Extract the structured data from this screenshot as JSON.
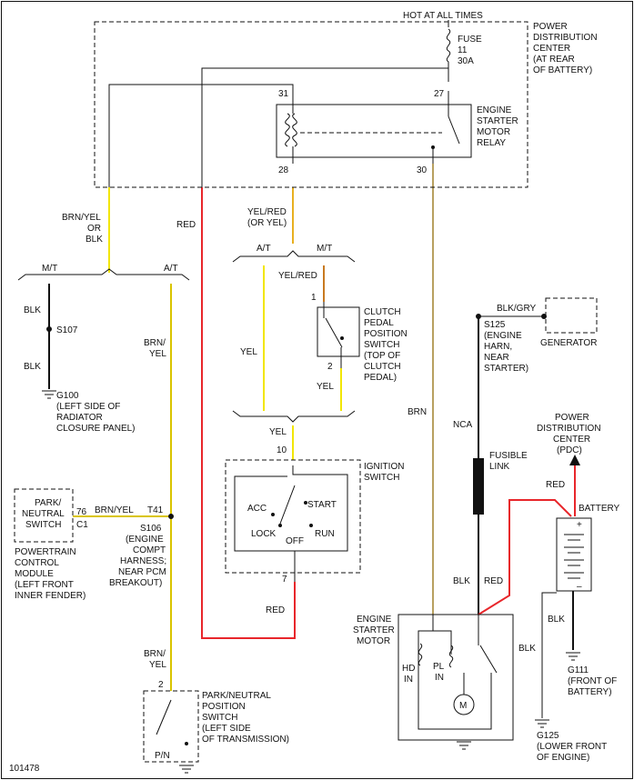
{
  "colors": {
    "red_wire": "#e8262b",
    "yellow_wire": "#f2e600",
    "brn_yel_wire": "#d9c400",
    "black_wire": "#111111",
    "orange_wire": "#c87a20",
    "tan_wire": "#b8a060"
  },
  "labels": {
    "hot_at_all_times": "HOT AT ALL TIMES",
    "fuse": [
      "FUSE",
      "11",
      "30A"
    ],
    "pdc_top": [
      "POWER",
      "DISTRIBUTION",
      "CENTER",
      "(AT REAR",
      "OF BATTERY)"
    ],
    "relay": [
      "ENGINE",
      "STARTER",
      "MOTOR",
      "RELAY"
    ],
    "pin31": "31",
    "pin27": "27",
    "pin28": "28",
    "pin30": "30",
    "brn_yel_or_blk": [
      "BRN/YEL",
      "OR",
      "BLK"
    ],
    "red_left": "RED",
    "yel_red_or_yel": [
      "YEL/RED",
      "(OR YEL)"
    ],
    "at_left": "A/T",
    "mt_left": "M/T",
    "at_mid": "A/T",
    "mt_mid": "M/T",
    "blk1": "BLK",
    "s107": "S107",
    "blk2": "BLK",
    "g100": [
      "G100",
      "(LEFT SIDE OF",
      "RADIATOR",
      "CLOSURE PANEL)"
    ],
    "brn_yel_vert": [
      "BRN/",
      "YEL"
    ],
    "yel_red_mid": "YEL/RED",
    "clutch_pin1": "1",
    "clutch_pin2": "2",
    "clutch": [
      "CLUTCH",
      "PEDAL",
      "POSITION",
      "SWITCH",
      "(TOP OF",
      "CLUTCH",
      "PEDAL)"
    ],
    "yel_left": "YEL",
    "yel_right": "YEL",
    "yel_bottom": "YEL",
    "brn": "BRN",
    "blk_gry": "BLK/GRY",
    "s125": [
      "S125",
      "(ENGINE",
      "HARN,",
      "NEAR",
      "STARTER)"
    ],
    "generator": "GENERATOR",
    "nca": "NCA",
    "fusible_link": [
      "FUSIBLE",
      "LINK"
    ],
    "pdc_right": [
      "POWER",
      "DISTRIBUTION",
      "CENTER",
      "(PDC)"
    ],
    "red_right": "RED",
    "battery": "BATTERY",
    "pin10": "10",
    "ignition": [
      "IGNITION",
      "SWITCH"
    ],
    "acc": "ACC",
    "start": "START",
    "lock": "LOCK",
    "off": "OFF",
    "run": "RUN",
    "pin7": "7",
    "red_bottom": "RED",
    "park_neutral": [
      "PARK/",
      "NEUTRAL",
      "SWITCH"
    ],
    "pin76": "76",
    "c1": "C1",
    "brn_yel_h": "BRN/YEL",
    "t41": "T41",
    "s106": [
      "S106",
      "(ENGINE",
      "COMPT",
      "HARNESS;",
      "NEAR PCM",
      "BREAKOUT)"
    ],
    "pcm": [
      "POWERTRAIN",
      "CONTROL",
      "MODULE",
      "(LEFT FRONT",
      "INNER FENDER)"
    ],
    "starter_motor": [
      "ENGINE",
      "STARTER",
      "MOTOR"
    ],
    "hd_in": [
      "HD",
      "IN"
    ],
    "pl_in": [
      "PL",
      "IN"
    ],
    "motor_m": "M",
    "blk_starter": "BLK",
    "red_starter": "RED",
    "blk_batt": "BLK",
    "blk_g125": "BLK",
    "g111": [
      "G111",
      "(FRONT OF",
      "BATTERY)"
    ],
    "g125": [
      "G125",
      "(LOWER FRONT",
      "OF ENGINE)"
    ],
    "brn_yel_bottom": [
      "BRN/",
      "YEL"
    ],
    "pnp_pin2": "2",
    "pnp_switch": [
      "PARK/NEUTRAL",
      "POSITION",
      "SWITCH",
      "(LEFT SIDE",
      "OF TRANSMISSION)"
    ],
    "pn": "P/N",
    "fig_id": "101478",
    "plus": "+",
    "minus": "–"
  }
}
